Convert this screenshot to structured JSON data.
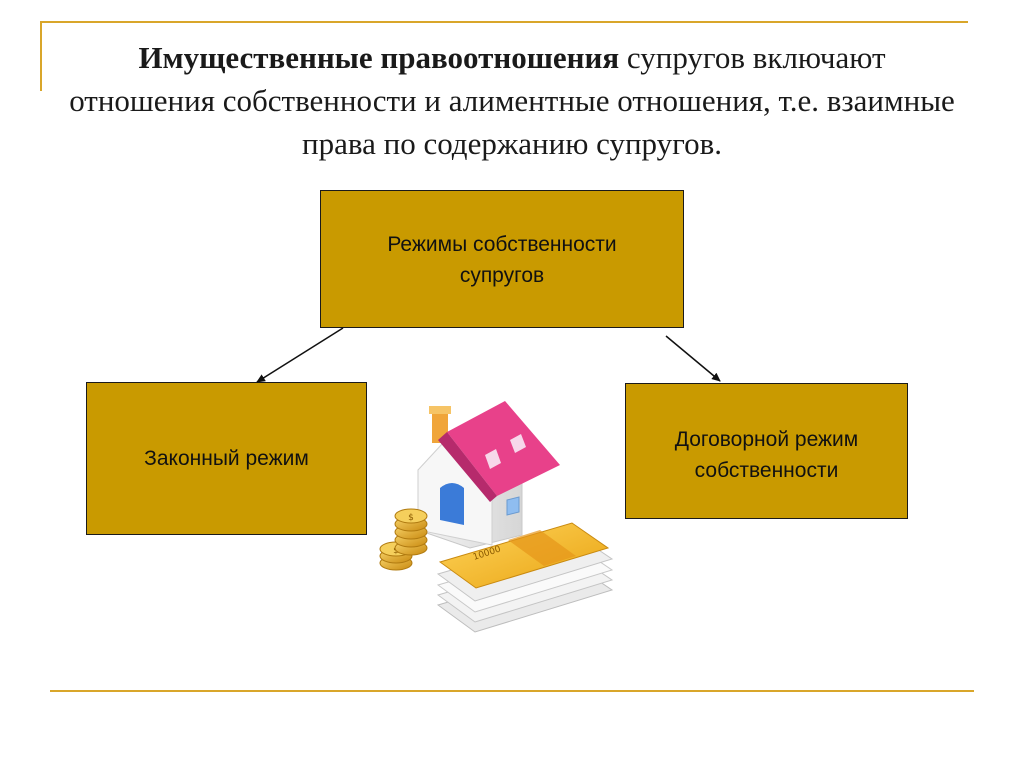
{
  "heading": {
    "bold_part": "Имущественные правоотношения",
    "rest_line1": " супругов включают",
    "line2": "отношения собственности и алиментные отношения, т.е. взаимные",
    "line3": "права по содержанию супругов."
  },
  "diagram": {
    "root": {
      "label": "Режимы собственности\nсупругов"
    },
    "children": [
      {
        "label": "Законный режим"
      },
      {
        "label": "Договорной режим\nсобственности"
      }
    ]
  },
  "illustration": {
    "icon": "house-money-coins-icon",
    "banknote_label": "10000",
    "colors": {
      "box_fill": "#c99a00",
      "frame_gold": "#d9a62a",
      "roof": "#e8418a",
      "coin": "#e0a820",
      "banknote": "#f2b51a"
    }
  }
}
